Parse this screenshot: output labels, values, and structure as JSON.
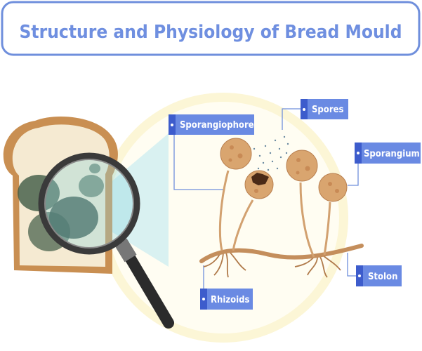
{
  "title": "Structure and Physiology of Bread Mould",
  "labels": {
    "sporangiophore": "Sporangiophore",
    "spores": "Spores",
    "sporangium": "Sporangium",
    "stolon": "Stolon",
    "rhizoids": "Rhizoids"
  },
  "colors": {
    "accent": "#6f8fe0",
    "label_fill": "#6a8ae3",
    "label_band": "#3d5ccc",
    "mould_body": "#d4a373"
  },
  "icons": [
    "magnifying-glass-icon",
    "bread-slice-icon",
    "label-bullet-icon"
  ]
}
